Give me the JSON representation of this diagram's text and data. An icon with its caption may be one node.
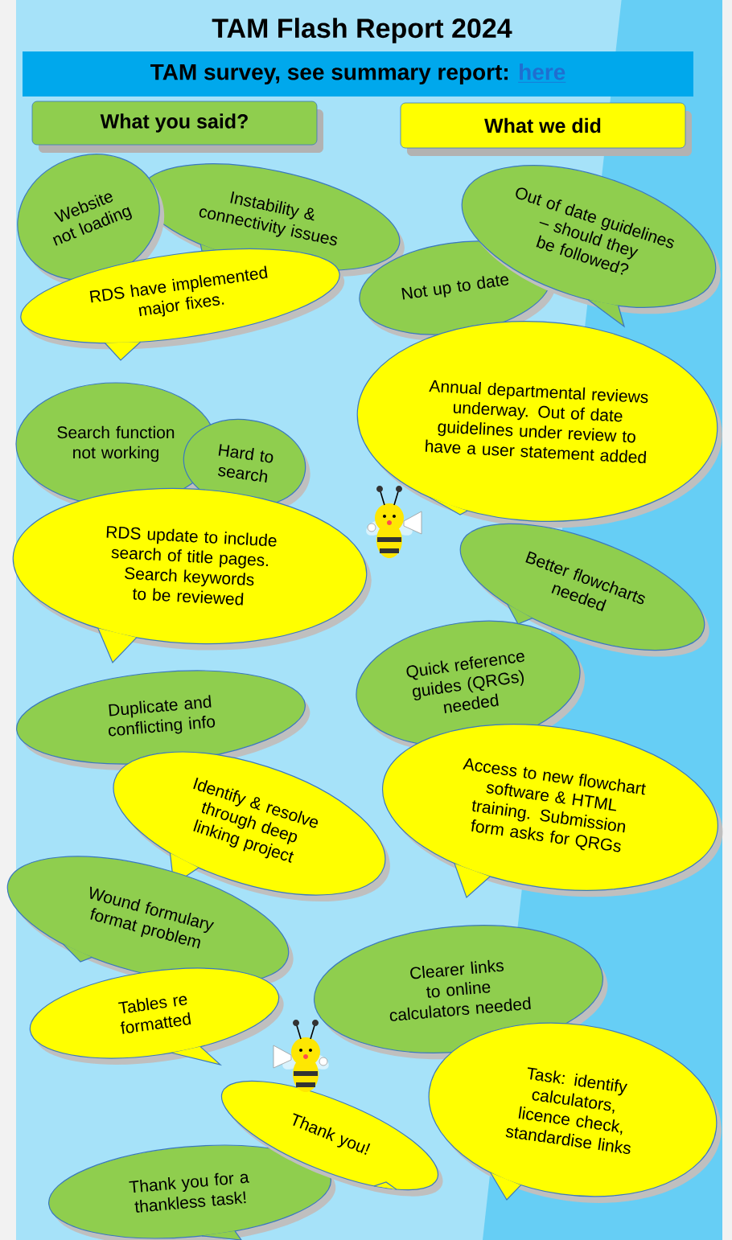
{
  "diagram": {
    "title": "TAM Flash Report 2024",
    "nodes": [
      {
        "text": [
          "TAM survey, see summary report:",
          "here"
        ]
      },
      {
        "text": [
          "What you said?"
        ]
      },
      {
        "text": [
          "What we did"
        ]
      },
      {
        "text": [
          "Website not loading"
        ]
      },
      {
        "text": [
          "Instability & connectivity issues"
        ]
      },
      {
        "text": [
          "RDS have implemented major fixes."
        ]
      },
      {
        "text": [
          "Out of date guidelines – should they be followed?"
        ]
      },
      {
        "text": [
          "Not up to date"
        ]
      },
      {
        "text": [
          "Annual departmental reviews underway. Out of date guidelines under review to have a user statement added"
        ]
      },
      {
        "text": [
          "Search function not working"
        ]
      },
      {
        "text": [
          "Hard to search"
        ]
      },
      {
        "text": [
          "RDS update to include search of title pages. Search keywords to be reviewed"
        ]
      },
      {
        "text": [
          "Better flowcharts needed"
        ]
      },
      {
        "text": [
          "Quick reference guides (QRGs) needed"
        ]
      },
      {
        "text": [
          "Duplicate and conflicting info"
        ]
      },
      {
        "text": [
          "Identify & resolve through deep linking project"
        ]
      },
      {
        "text": [
          "Access to new flowchart software & HTML training. Submission form asks for QRGs"
        ]
      },
      {
        "text": [
          "Wound formulary format problem"
        ]
      },
      {
        "text": [
          "Tables re formatted"
        ]
      },
      {
        "text": [
          "Clearer links to online calculators needed"
        ]
      },
      {
        "text": [
          "Task: identify calculators, licence check, standardise links"
        ]
      },
      {
        "text": [
          "Thank you!"
        ]
      },
      {
        "text": [
          "Thank you for a thankless task!"
        ]
      }
    ]
  }
}
